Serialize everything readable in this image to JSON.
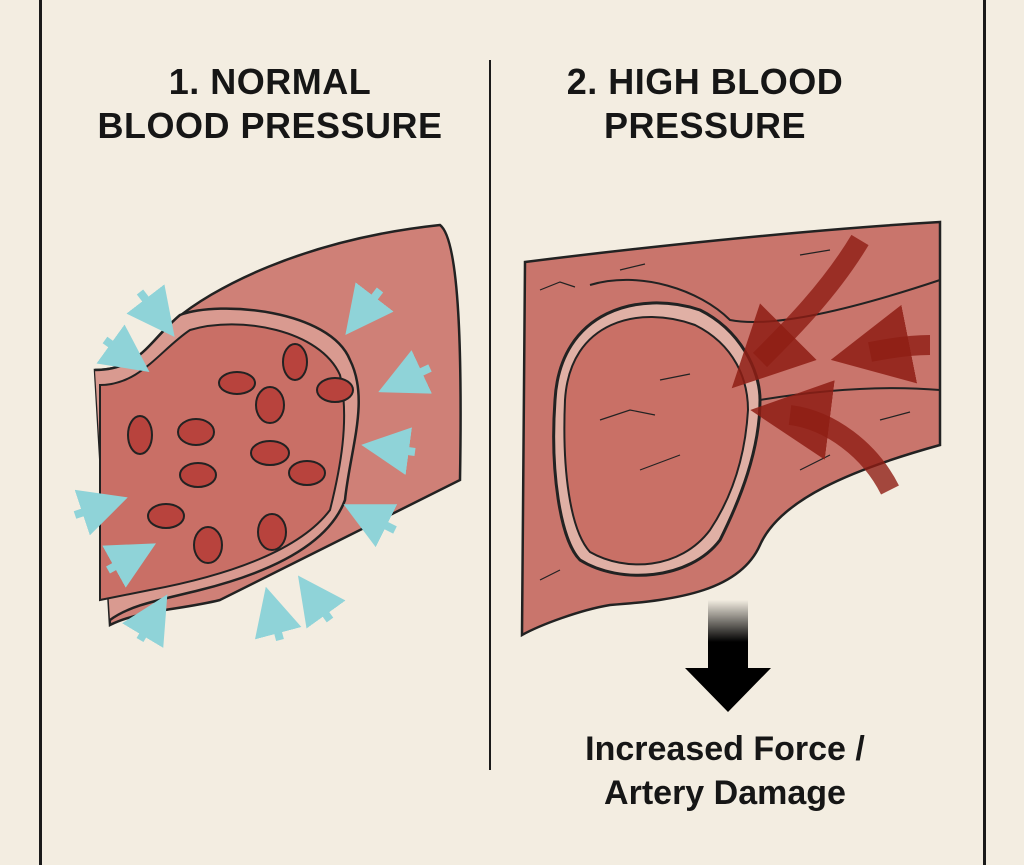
{
  "panels": [
    {
      "title_line1": "1. NORMAL",
      "title_line2": "BLOOD PRESSURE"
    },
    {
      "title_line1": "2. HIGH BLOOD",
      "title_line2": "PRESSURE"
    }
  ],
  "caption": {
    "line1": "Increased Force /",
    "line2": "Artery Damage"
  },
  "colors": {
    "background": "#f3ede1",
    "artery": "#c9736b",
    "cell": "#b8433d",
    "pressure_arrow_normal": "#8fd3d8",
    "pressure_arrow_high": "#8e1d14"
  }
}
